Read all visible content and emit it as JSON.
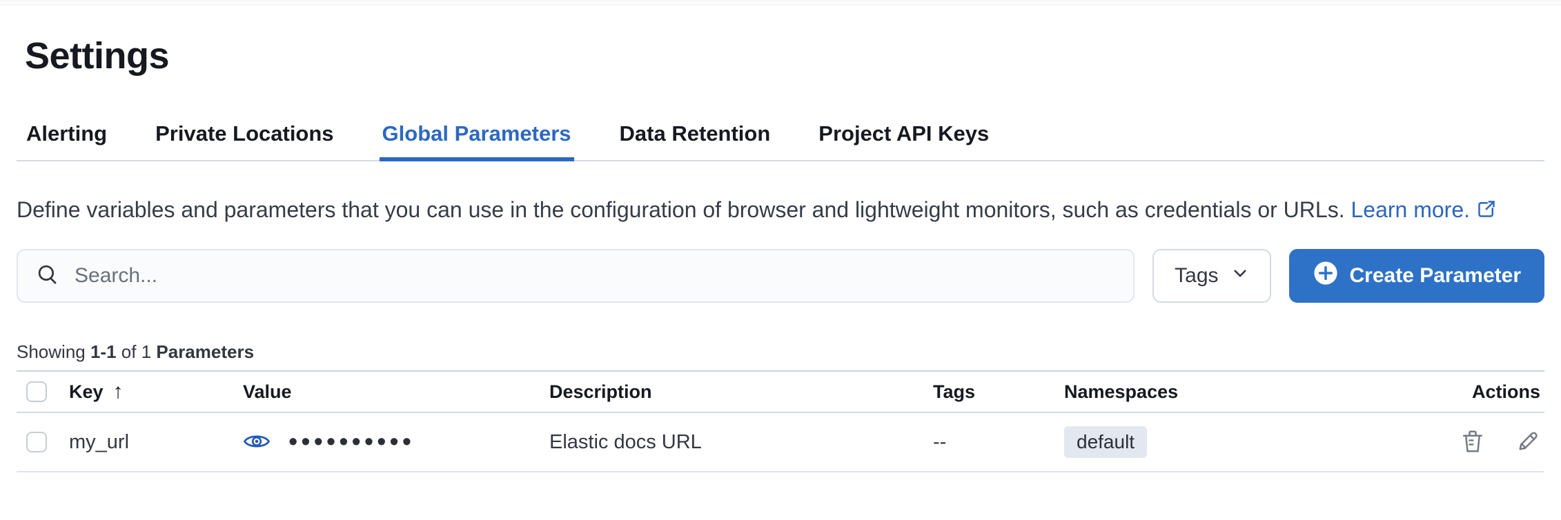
{
  "page": {
    "title": "Settings"
  },
  "tabs": [
    {
      "label": "Alerting",
      "active": false
    },
    {
      "label": "Private Locations",
      "active": false
    },
    {
      "label": "Global Parameters",
      "active": true
    },
    {
      "label": "Data Retention",
      "active": false
    },
    {
      "label": "Project API Keys",
      "active": false
    }
  ],
  "description": {
    "text": "Define variables and parameters that you can use in the configuration of browser and lightweight monitors, such as credentials or URLs.",
    "link_label": "Learn more.",
    "link_icon": "external-link-icon"
  },
  "toolbar": {
    "search_placeholder": "Search...",
    "tags_label": "Tags",
    "create_label": "Create Parameter"
  },
  "summary": {
    "showing": "Showing",
    "range": "1-1",
    "of": "of 1",
    "entity": "Parameters"
  },
  "table": {
    "columns": {
      "key": "Key",
      "value": "Value",
      "description": "Description",
      "tags": "Tags",
      "namespaces": "Namespaces",
      "actions": "Actions"
    },
    "sort": {
      "column": "Key",
      "direction": "ascending",
      "icon": "↑"
    },
    "rows": [
      {
        "key": "my_url",
        "value_masked": "••••••••••",
        "description": "Elastic docs URL",
        "tags": "--",
        "namespace": "default"
      }
    ]
  },
  "colors": {
    "accent_tab": "#2C68C2",
    "primary_button": "#2E72C8",
    "link": "#2C66BD",
    "divider": "#D3DAE6",
    "badge_bg": "#E2E7F0",
    "icon_gray": "#757B84",
    "eye_icon_blue": "#2359B8",
    "heading_text": "#16191F",
    "body_text": "#343741"
  }
}
